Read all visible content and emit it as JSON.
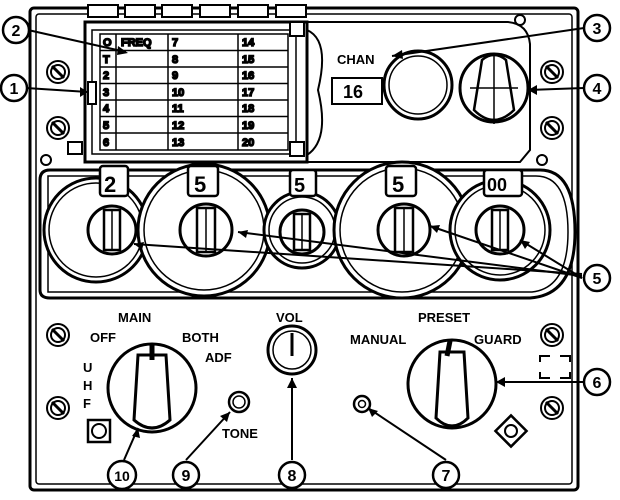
{
  "panel": {
    "chan_label": "CHAN",
    "chan_value": "16",
    "freq_table": {
      "header": [
        "O",
        "FREQ",
        "7",
        "14"
      ],
      "rows": [
        [
          "T",
          "",
          "8",
          "15"
        ],
        [
          "2",
          "",
          "9",
          "16"
        ],
        [
          "3",
          "",
          "10",
          "17"
        ],
        [
          "4",
          "",
          "11",
          "18"
        ],
        [
          "5",
          "",
          "12",
          "19"
        ],
        [
          "6",
          "",
          "13",
          "20"
        ]
      ]
    },
    "freq_digits": [
      "2",
      "5",
      "5",
      "5",
      "00"
    ],
    "mode_switch": {
      "off": "OFF",
      "main": "MAIN",
      "both": "BOTH",
      "adf": "ADF",
      "uhf_letters": [
        "U",
        "H",
        "F"
      ]
    },
    "tone_label": "TONE",
    "vol_label": "VOL",
    "preset_switch": {
      "manual": "MANUAL",
      "preset": "PRESET",
      "guard": "GUARD"
    }
  },
  "callouts": [
    {
      "id": "1"
    },
    {
      "id": "2"
    },
    {
      "id": "3"
    },
    {
      "id": "4"
    },
    {
      "id": "5"
    },
    {
      "id": "6"
    },
    {
      "id": "7"
    },
    {
      "id": "8"
    },
    {
      "id": "9"
    },
    {
      "id": "10"
    }
  ],
  "colors": {
    "ink": "#000000",
    "paper": "#ffffff"
  }
}
